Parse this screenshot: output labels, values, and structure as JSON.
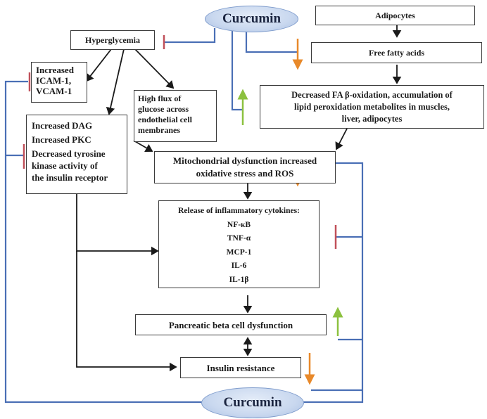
{
  "diagram": {
    "curcumin_top": "Curcumin",
    "curcumin_bottom": "Curcumin",
    "hyperglycemia": "Hyperglycemia",
    "adipocytes": "Adipocytes",
    "free_fatty_acids": "Free fatty acids",
    "icam": [
      "Increased",
      "ICAM-1,",
      "VCAM-1"
    ],
    "high_flux": [
      "High flux of",
      "glucose across",
      "endothelial cell",
      "membranes"
    ],
    "dag_box": [
      "Increased DAG",
      "Increased PKC",
      "Decreased tyrosine",
      "kinase activity of",
      "the insulin receptor"
    ],
    "fa_oxidation": [
      "Decreased FA β-oxidation, accumulation of",
      "lipid peroxidation metabolites in muscles,",
      "liver, adipocytes"
    ],
    "mito": [
      "Mitochondrial dysfunction increased",
      "oxidative stress and ROS"
    ],
    "cytokines": {
      "title": "Release of inflammatory cytokines:",
      "items": [
        "NF-κB",
        "TNF-α",
        "MCP-1",
        "IL-6",
        "IL-1β"
      ]
    },
    "pancreatic": "Pancreatic beta cell dysfunction",
    "insulin_resistance": "Insulin resistance",
    "colors": {
      "inhibit": "#c0505a",
      "decrease": "#e8892a",
      "increase": "#8cc13f",
      "curcumin_link": "#4a6fb5",
      "arrow": "#1a1a1a"
    }
  }
}
